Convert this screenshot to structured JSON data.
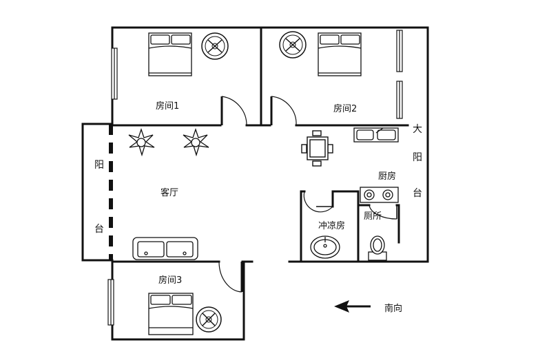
{
  "rooms": {
    "room1": "房间1",
    "room2": "房间2",
    "room3": "房间3",
    "living": "客厅",
    "kitchen": "厨房",
    "shower": "冲凉房",
    "toilet": "厕所"
  },
  "balcony_left": {
    "char1": "阳",
    "char2": "台"
  },
  "big_balcony": {
    "char1": "大",
    "char2": "阳",
    "char3": "台"
  },
  "orientation": {
    "label": "南向",
    "arrow": "left-arrow-icon"
  },
  "colors": {
    "wall": "#111111",
    "background": "#ffffff"
  }
}
